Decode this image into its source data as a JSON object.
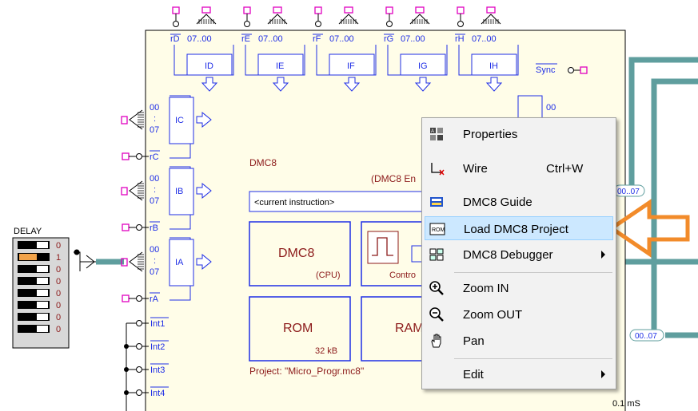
{
  "colors": {
    "blue": "#1f2ee6",
    "dark_red": "#8c1a1a",
    "magenta": "#e000c0",
    "bus": "#5f9e9e",
    "chip_fill": "#fffde8",
    "arrow": "#f28b2a"
  },
  "ports_top": [
    {
      "name": "rD",
      "bits": "07..00",
      "reg": "ID"
    },
    {
      "name": "rE",
      "bits": "07..00",
      "reg": "IE"
    },
    {
      "name": "rF",
      "bits": "07..00",
      "reg": "IF"
    },
    {
      "name": "rG",
      "bits": "07..00",
      "reg": "IG"
    },
    {
      "name": "rH",
      "bits": "07..00",
      "reg": "IH"
    }
  ],
  "ports_left": [
    {
      "name": "rC",
      "reg": "IC",
      "hi": "00",
      "lo": "07"
    },
    {
      "name": "rB",
      "reg": "IB",
      "hi": "00",
      "lo": "07"
    },
    {
      "name": "rA",
      "reg": "IA",
      "hi": "00",
      "lo": "07"
    }
  ],
  "interrupts": [
    "Int1",
    "Int2",
    "Int3",
    "Int4"
  ],
  "sync_label": "Sync",
  "right_out": {
    "top": "00",
    "bus1": "00..07",
    "bus2": "00..07"
  },
  "chip": {
    "title": "DMC8",
    "engine": "(DMC8 En",
    "current_instruction": "<current instruction>",
    "cpu_label": "DMC8",
    "cpu_sub": "(CPU)",
    "control": "Contro",
    "rom": "ROM",
    "rom_size": "32 kB",
    "ram": "RAM",
    "project": "Project: \"Micro_Progr.mc8\""
  },
  "delay": {
    "label": "DELAY",
    "rows": [
      "0",
      "1",
      "0",
      "0",
      "0",
      "0",
      "0",
      "0"
    ]
  },
  "timestamp": "0.1 mS",
  "context_menu": {
    "items": [
      {
        "icon": "properties-icon",
        "label": "Properties",
        "shortcut": "",
        "submenu": false
      },
      {
        "icon": "wire-icon",
        "label": "Wire",
        "shortcut": "Ctrl+W",
        "submenu": false
      },
      {
        "icon": "guide-icon",
        "label": "DMC8 Guide",
        "shortcut": "",
        "submenu": false
      },
      {
        "icon": "rom-icon",
        "label": "Load DMC8 Project",
        "shortcut": "",
        "submenu": false
      },
      {
        "icon": "debugger-icon",
        "label": "DMC8 Debugger",
        "shortcut": "",
        "submenu": true
      },
      {
        "icon": "zoom-in-icon",
        "label": "Zoom IN",
        "shortcut": "",
        "submenu": false
      },
      {
        "icon": "zoom-out-icon",
        "label": "Zoom OUT",
        "shortcut": "",
        "submenu": false
      },
      {
        "icon": "pan-icon",
        "label": "Pan",
        "shortcut": "",
        "submenu": false
      },
      {
        "icon": "edit-icon",
        "label": "Edit",
        "shortcut": "",
        "submenu": true
      }
    ]
  }
}
